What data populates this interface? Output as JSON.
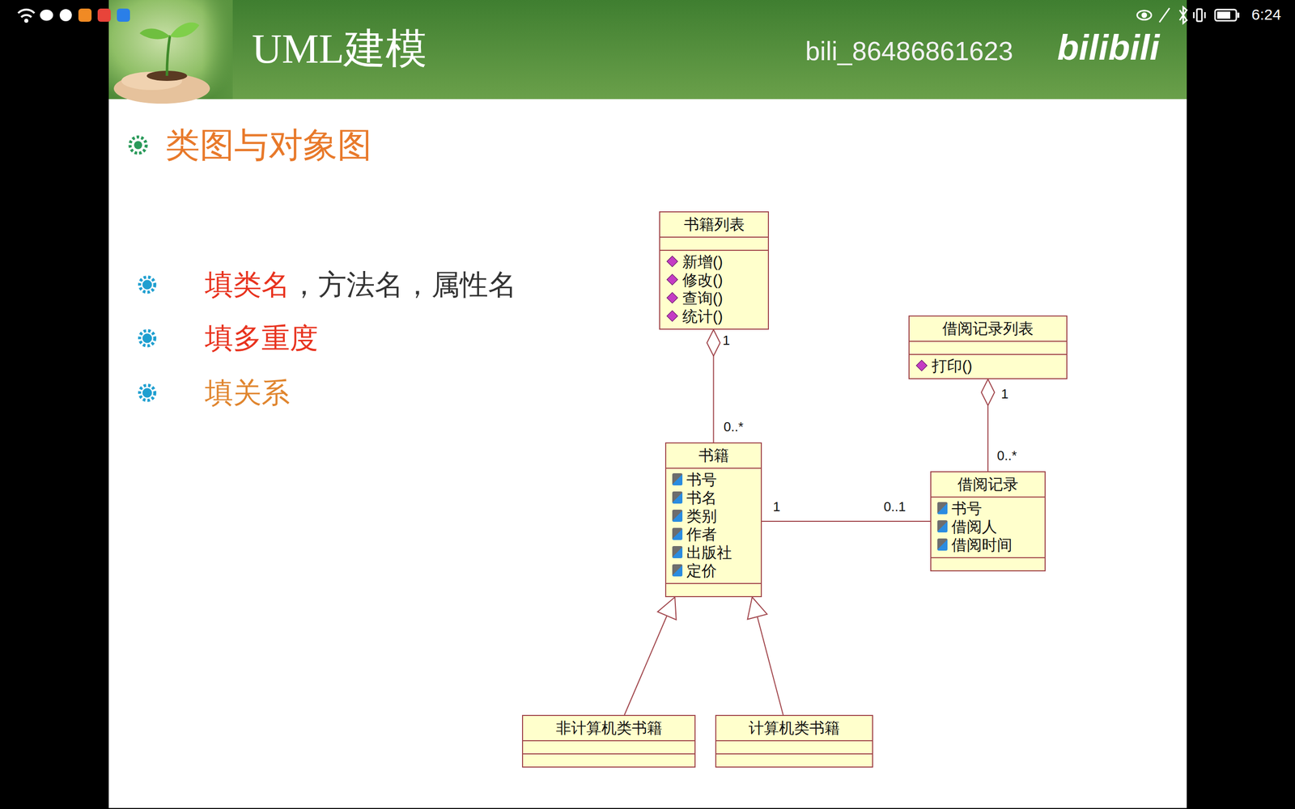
{
  "diagram": {
    "title": "UML建模",
    "nodes": [
      {
        "text": [
          "书籍列表",
          "新增()",
          "修改()",
          "查询()",
          "统计()"
        ]
      },
      {
        "text": [
          "借阅记录列表",
          "打印()"
        ]
      },
      {
        "text": [
          "书籍",
          "书号",
          "书名",
          "类别",
          "作者",
          "出版社",
          "定价"
        ]
      },
      {
        "text": [
          "借阅记录",
          "书号",
          "借阅人",
          "借阅时间"
        ]
      },
      {
        "text": [
          "非计算机类书籍"
        ]
      },
      {
        "text": [
          "计算机类书籍"
        ]
      }
    ],
    "edges": [
      {
        "from": 2,
        "to": 0,
        "arrow": "to"
      },
      {
        "from": 3,
        "to": 1,
        "arrow": "to"
      },
      {
        "from": 2,
        "to": 3,
        "arrow": "none"
      },
      {
        "from": 4,
        "to": 2,
        "arrow": "to"
      },
      {
        "from": 5,
        "to": 2,
        "arrow": "to"
      }
    ],
    "labels": [
      "类图与对象图",
      "填类名",
      "，方法名，属性名",
      "填多重度",
      "填关系",
      "1",
      "0..*",
      "1",
      "0..*",
      "1",
      "0..1",
      "bili_86486861623",
      "bilibili",
      "6:24"
    ]
  }
}
